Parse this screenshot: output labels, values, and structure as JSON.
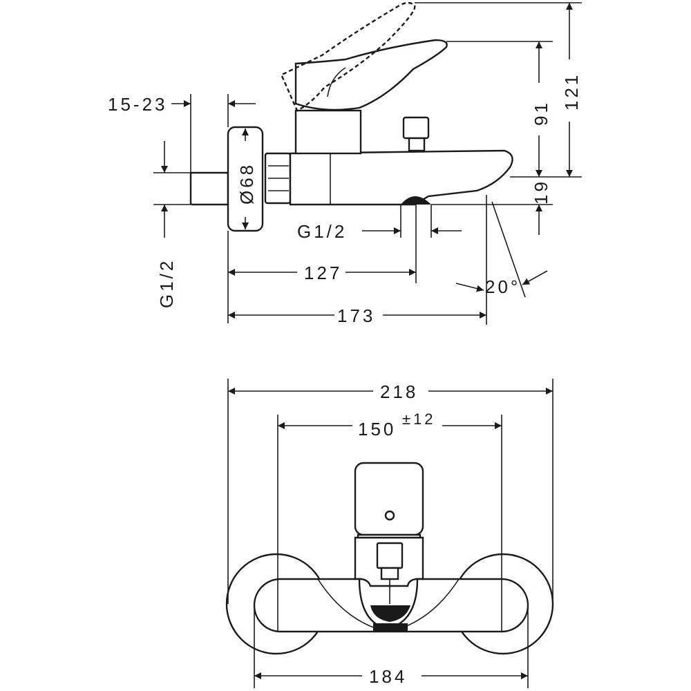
{
  "side_view": {
    "dims": {
      "offset_15_23": "15-23",
      "diameter_68": "Ø68",
      "thread_left": "G1/2",
      "thread_outlet": "G1/2",
      "length_127": "127",
      "length_173": "173",
      "height_121": "121",
      "height_91": "91",
      "height_19": "19",
      "angle_20": "20°"
    }
  },
  "front_view": {
    "dims": {
      "width_218": "218",
      "center_150": "150",
      "tolerance": "±12",
      "width_184": "184"
    }
  },
  "colors": {
    "line": "#1a1a1a",
    "background": "#ffffff"
  }
}
